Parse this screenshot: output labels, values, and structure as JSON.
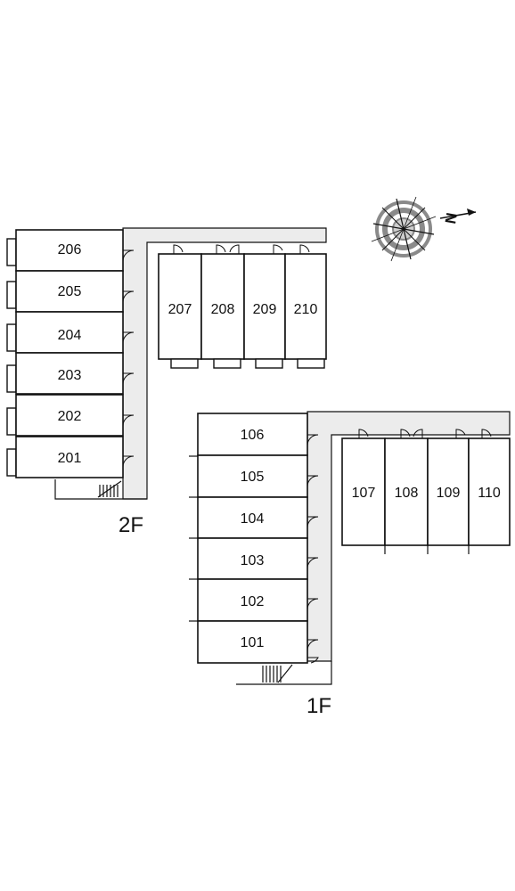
{
  "floors": [
    {
      "floor_label": "2F",
      "wing_a_units": [
        "206",
        "205",
        "204",
        "203",
        "202",
        "201"
      ],
      "wing_b_units": [
        "207",
        "208",
        "209",
        "210"
      ]
    },
    {
      "floor_label": "1F",
      "wing_a_units": [
        "106",
        "105",
        "104",
        "103",
        "102",
        "101"
      ],
      "wing_b_units": [
        "107",
        "108",
        "109",
        "110"
      ]
    }
  ],
  "compass": {
    "north_label": "N"
  },
  "colors": {
    "line": "#111111",
    "corridor": "#ececec",
    "background": "#ffffff"
  }
}
